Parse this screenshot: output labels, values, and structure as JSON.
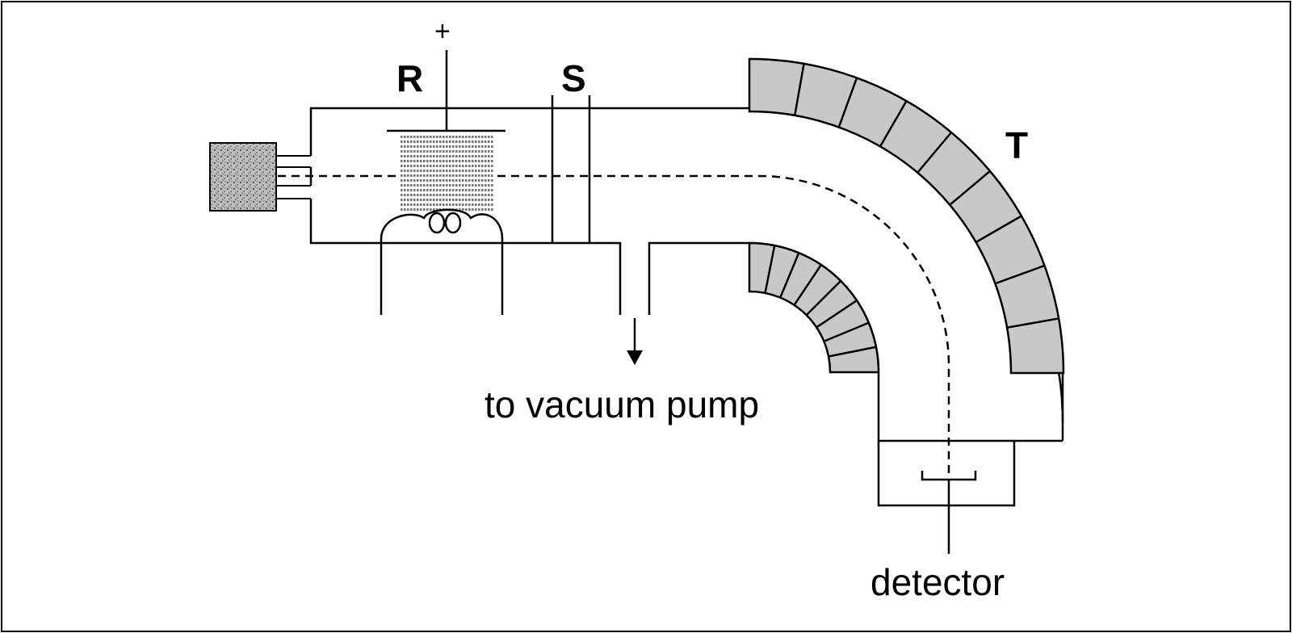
{
  "labels": {
    "grid_voltage": "+",
    "region_r": "R",
    "region_s": "S",
    "region_t": "T",
    "pump": "to vacuum pump",
    "detector": "detector"
  }
}
